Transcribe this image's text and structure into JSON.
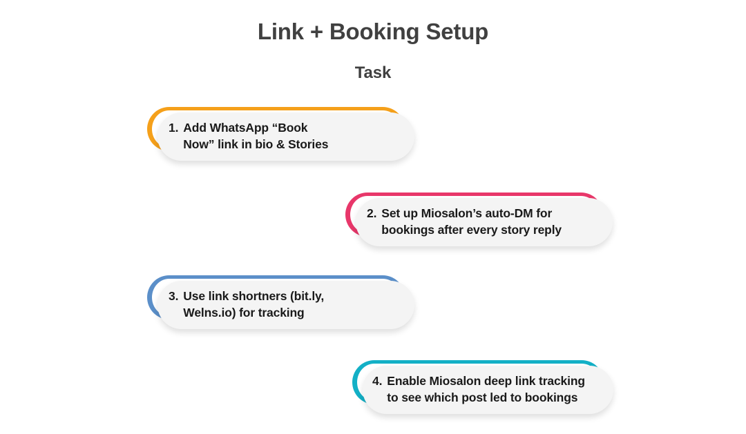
{
  "header": {
    "title": "Link + Booking Setup",
    "subtitle": "Task"
  },
  "colors": {
    "ring_orange": "#F5A01A",
    "ring_pink": "#E8376A",
    "ring_blue": "#5B8FC9",
    "ring_teal": "#13B0C6",
    "pill_bg": "#F4F4F4",
    "text": "#1A1A1A",
    "heading": "#404040",
    "page_bg": "#FFFFFF"
  },
  "tasks": [
    {
      "number": "1.",
      "label": "Add WhatsApp “Book\nNow” link in bio & Stories",
      "accent": "#F5A01A"
    },
    {
      "number": "2.",
      "label": "Set up Miosalon’s auto-DM for\nbookings after every story reply",
      "accent": "#E8376A"
    },
    {
      "number": "3.",
      "label": "Use link shortners (bit.ly,\nWelns.io) for tracking",
      "accent": "#5B8FC9"
    },
    {
      "number": "4.",
      "label": "Enable Miosalon deep link tracking\nto see which post led to bookings",
      "accent": "#13B0C6"
    }
  ]
}
